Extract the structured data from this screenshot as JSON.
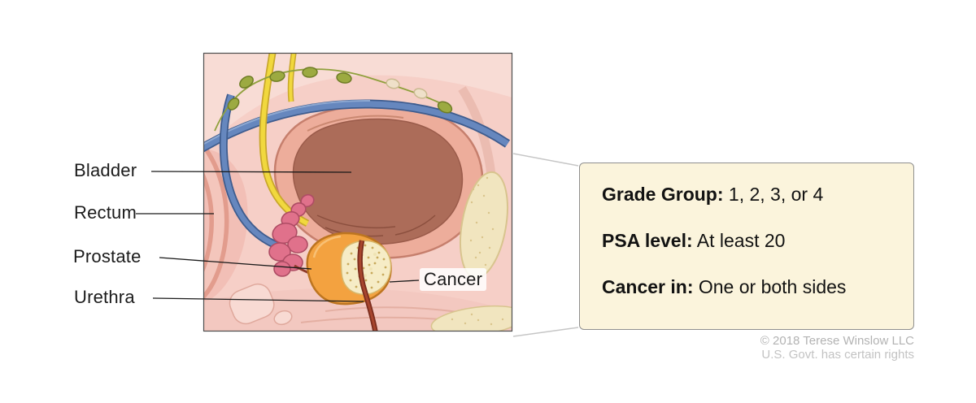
{
  "labels": {
    "bladder": "Bladder",
    "rectum": "Rectum",
    "prostate": "Prostate",
    "urethra": "Urethra",
    "cancer": "Cancer"
  },
  "callout": {
    "items": [
      {
        "label": "Grade Group:",
        "value": " 1, 2, 3, or 4"
      },
      {
        "label": "PSA level:",
        "value": " At least 20"
      },
      {
        "label": "Cancer in:",
        "value": " One or both sides"
      }
    ]
  },
  "credit": {
    "line1": "© 2018 Terese Winslow LLC",
    "line2": "U.S. Govt. has certain rights"
  },
  "colors": {
    "callout_bg": "#FBF4DC",
    "tissue_pink": "#F6CFC7",
    "bladder_wall": "#EDAD9B",
    "bladder_interior": "#AC6C59",
    "prostate_orange": "#F3A240",
    "cancer_cream": "#F6ECC6",
    "vessel_blue": "#6687BE",
    "ureter_yellow": "#F1D83E",
    "lymph_green": "#9CAA41",
    "bone_tan": "#F1E5BF",
    "vesicle_pink": "#E0718B",
    "urethra_red": "#7C2E1E"
  }
}
